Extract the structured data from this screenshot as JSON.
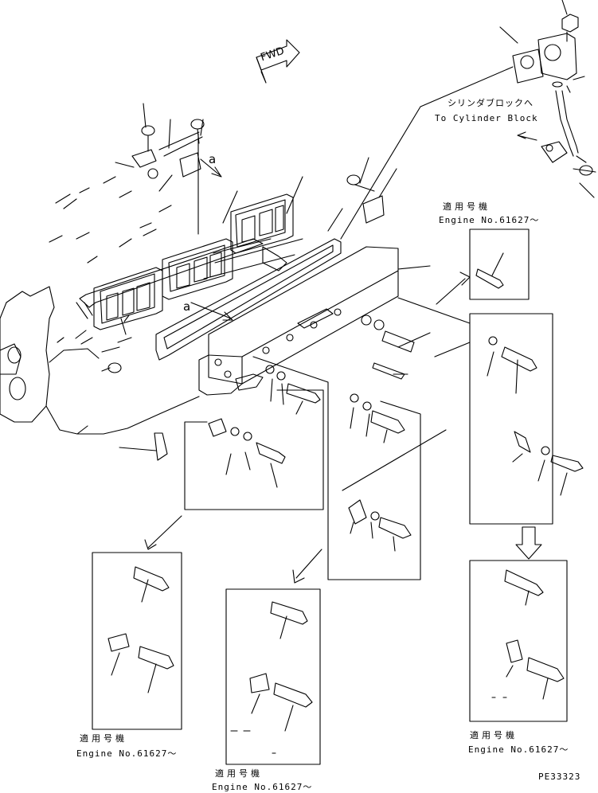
{
  "diagram": {
    "fwd_label": "FWD",
    "callout_a1": "a",
    "callout_a2": "a",
    "cylinder_block_jp": "シリンダブロックへ",
    "cylinder_block_en": "To Cylinder Block",
    "applicable_jp": "適用号機",
    "engine_no": "Engine No.61627～",
    "part_code": "PE33323"
  },
  "colors": {
    "line": "#000000",
    "background": "#ffffff"
  }
}
